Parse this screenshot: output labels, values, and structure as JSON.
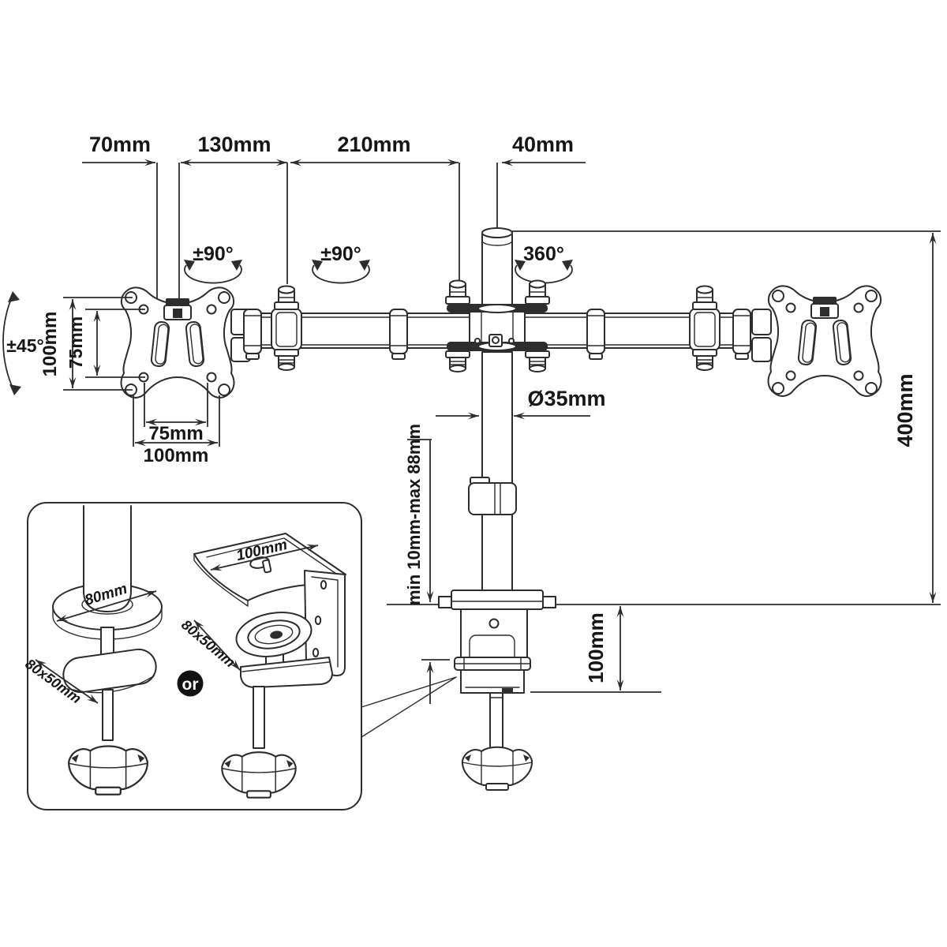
{
  "colors": {
    "line": "#2d2d2d",
    "text": "#161616",
    "badge_bg": "#121212",
    "badge_text": "#ffffff",
    "background": "#ffffff"
  },
  "dimensions": {
    "top": {
      "seg1": "70mm",
      "seg2": "130mm",
      "seg3": "210mm",
      "seg4": "40mm"
    },
    "rotation": {
      "left_joint": "±90°",
      "mid_joint": "±90°",
      "pole_swivel": "360°",
      "plate_tilt": "±45°"
    },
    "vesa": {
      "vertical_outer": "100mm",
      "vertical_inner": "75mm",
      "horizontal_inner": "75mm",
      "horizontal_outer": "100mm"
    },
    "pole": {
      "diameter": "Ø35mm",
      "height": "400mm"
    },
    "clamp": {
      "desk_thickness_range": "min 10mm-max 88mm",
      "depth": "100mm"
    }
  },
  "inset": {
    "grommet_disc": "80mm",
    "grommet_plate": "80x50mm",
    "clamp_top_plate": "100mm",
    "clamp_pad": "80x50mm",
    "separator": "or"
  }
}
